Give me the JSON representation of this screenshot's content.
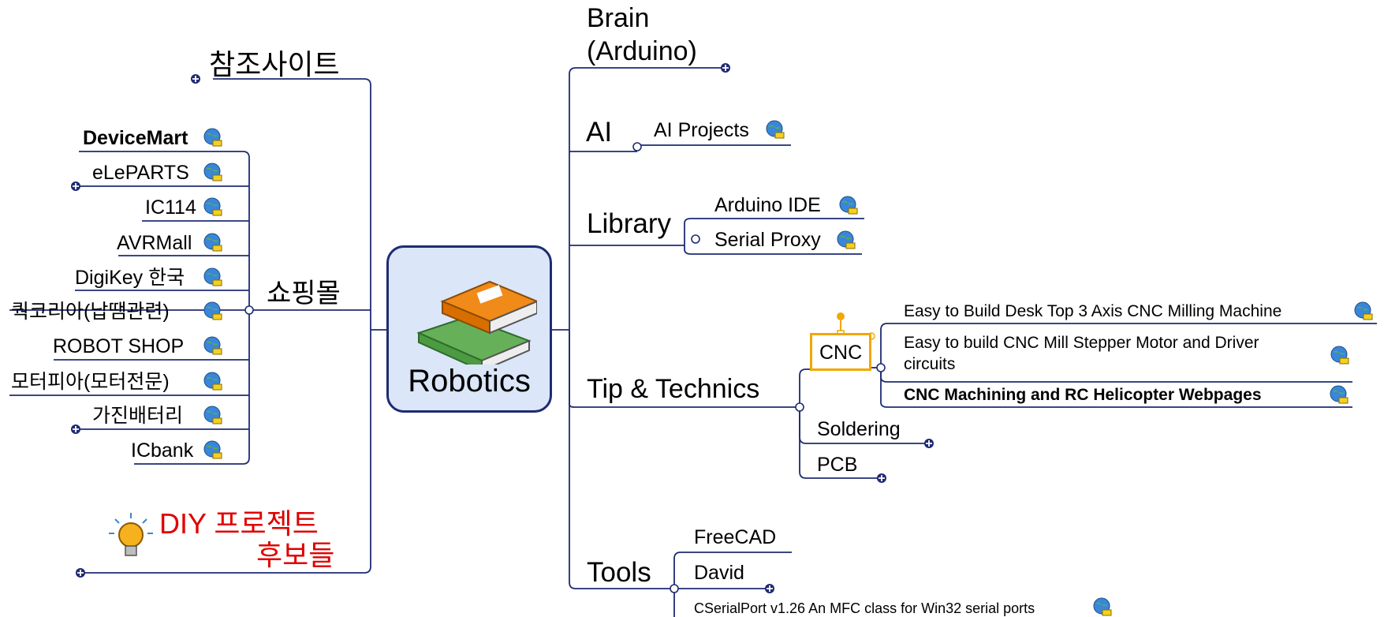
{
  "central": {
    "label": "Robotics",
    "icon": "books-icon"
  },
  "left": {
    "reference_sites": "참조사이트",
    "shopping": {
      "label": "쇼핑몰",
      "items": [
        "DeviceMart",
        "eLePARTS",
        "IC114",
        "AVRMall",
        "DigiKey 한국",
        "쿽코리아(납땜관련)",
        "ROBOT SHOP",
        "모터피아(모터전문)",
        "가진배터리",
        "ICbank"
      ]
    },
    "diy": {
      "line1": "DIY 프로젝트",
      "line2": "후보들",
      "icon": "lightbulb-icon",
      "color": "#e00000"
    }
  },
  "right": {
    "brain": {
      "line1": "Brain",
      "line2": "(Arduino)"
    },
    "ai": {
      "label": "AI",
      "child": "AI Projects"
    },
    "library": {
      "label": "Library",
      "children": [
        "Arduino IDE",
        "Serial Proxy"
      ]
    },
    "tips": {
      "label": "Tip & Technics",
      "cnc": {
        "label": "CNC",
        "children": [
          "Easy to Build Desk Top 3 Axis CNC Milling Machine",
          "Easy to build CNC Mill Stepper Motor and Driver",
          "circuits",
          "CNC Machining and RC Helicopter Webpages"
        ]
      },
      "soldering": "Soldering",
      "pcb": "PCB"
    },
    "tools": {
      "label": "Tools",
      "children": [
        "FreeCAD",
        "David",
        "CSerialPort v1.26 An MFC class for Win32 serial ports"
      ]
    }
  },
  "colors": {
    "line": "#1f2b73",
    "central_fill": "#dbe6f8",
    "selection": "#f0a800",
    "diy_text": "#e00000"
  }
}
